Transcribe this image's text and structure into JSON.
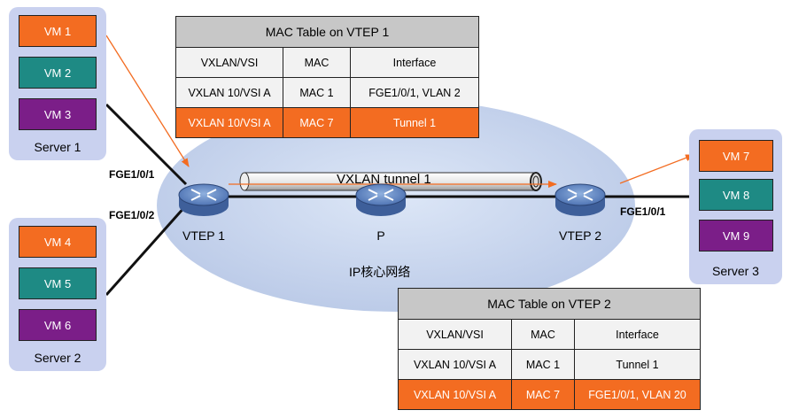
{
  "colors": {
    "vm_orange": "#f36c21",
    "vm_teal": "#1e8a84",
    "vm_purple": "#7b1e88",
    "server_bg": "#c9d1ef",
    "core_bg": "#c6d6ef",
    "highlight_row": "#f36c21",
    "arrow": "#f36c21"
  },
  "servers": [
    {
      "label": "Server 1",
      "vms": [
        "VM 1",
        "VM 2",
        "VM 3"
      ]
    },
    {
      "label": "Server 2",
      "vms": [
        "VM 4",
        "VM 5",
        "VM 6"
      ]
    },
    {
      "label": "Server 3",
      "vms": [
        "VM 7",
        "VM 8",
        "VM 9"
      ]
    }
  ],
  "devices": {
    "vtep1": "VTEP 1",
    "p": "P",
    "vtep2": "VTEP 2"
  },
  "ports": {
    "vtep1_to_server1": "FGE1/0/1",
    "vtep1_to_server2": "FGE1/0/2",
    "vtep2_to_server3": "FGE1/0/1"
  },
  "tunnel_label": "VXLAN tunnel 1",
  "core_label": "IP核心网络",
  "tables": [
    {
      "title": "MAC Table on VTEP 1",
      "headers": [
        "VXLAN/VSI",
        "MAC",
        "Interface"
      ],
      "rows": [
        [
          "VXLAN 10/VSI A",
          "MAC 1",
          "FGE1/0/1, VLAN 2"
        ],
        [
          "VXLAN 10/VSI A",
          "MAC 7",
          "Tunnel 1"
        ]
      ]
    },
    {
      "title": "MAC Table on VTEP 2",
      "headers": [
        "VXLAN/VSI",
        "MAC",
        "Interface"
      ],
      "rows": [
        [
          "VXLAN 10/VSI A",
          "MAC 1",
          "Tunnel 1"
        ],
        [
          "VXLAN 10/VSI A",
          "MAC 7",
          "FGE1/0/1, VLAN 20"
        ]
      ]
    }
  ]
}
